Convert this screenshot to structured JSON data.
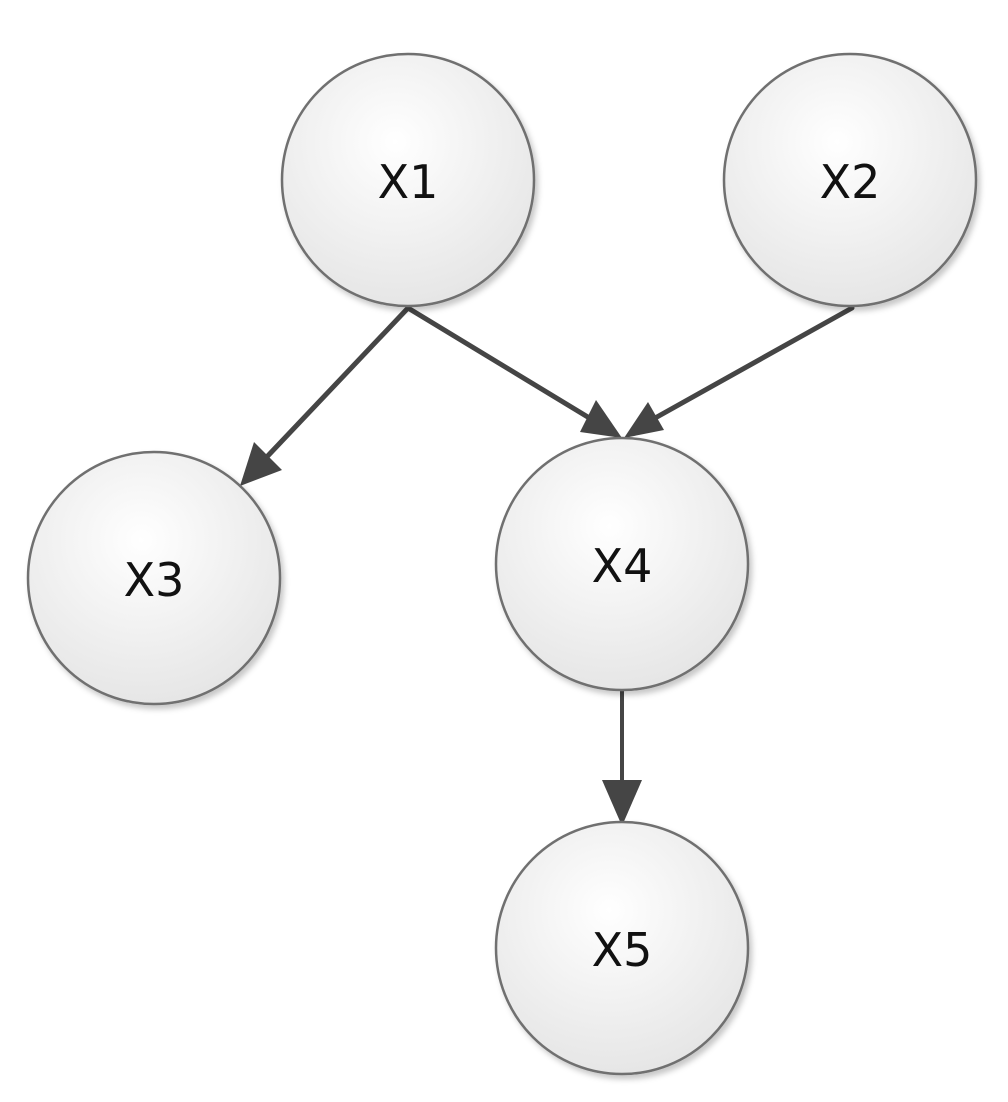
{
  "diagram": {
    "nodes": [
      {
        "id": "x1",
        "label": "X1"
      },
      {
        "id": "x2",
        "label": "X2"
      },
      {
        "id": "x3",
        "label": "X3"
      },
      {
        "id": "x4",
        "label": "X4"
      },
      {
        "id": "x5",
        "label": "X5"
      }
    ],
    "edges": [
      {
        "from": "X1",
        "to": "X3"
      },
      {
        "from": "X1",
        "to": "X4"
      },
      {
        "from": "X2",
        "to": "X4"
      },
      {
        "from": "X4",
        "to": "X5"
      }
    ],
    "colors": {
      "node_fill_light": "#ffffff",
      "node_fill_dark": "#e4e4e4",
      "node_stroke": "#6f6f6f",
      "arrow": "#454545",
      "label": "#111111"
    }
  }
}
